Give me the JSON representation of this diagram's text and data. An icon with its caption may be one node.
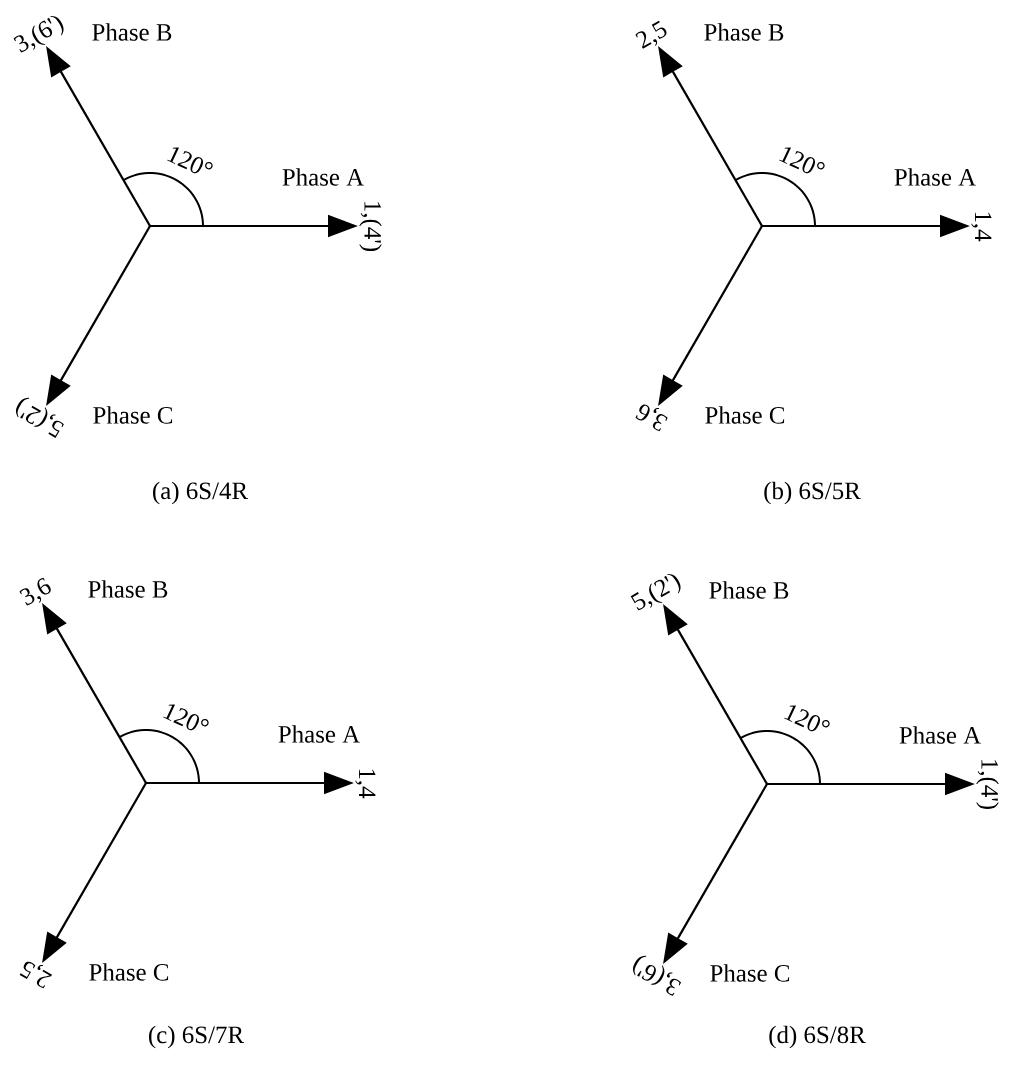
{
  "diagram": {
    "nodes": [
      {
        "text": [],
        "shape": "point"
      },
      {
        "text": [
          "1,(4')"
        ],
        "beside": [
          "Phase A"
        ]
      },
      {
        "text": [
          "3,(6')"
        ],
        "beside": [
          "Phase B"
        ]
      },
      {
        "text": [
          "5,(2')"
        ],
        "beside": [
          "Phase C"
        ]
      },
      {
        "text": [],
        "shape": "point"
      },
      {
        "text": [
          "1,4"
        ],
        "beside": [
          "Phase A"
        ]
      },
      {
        "text": [
          "2,5"
        ],
        "beside": [
          "Phase B"
        ]
      },
      {
        "text": [
          "3,6"
        ],
        "beside": [
          "Phase C"
        ]
      },
      {
        "text": [],
        "shape": "point"
      },
      {
        "text": [
          "1,4"
        ],
        "beside": [
          "Phase A"
        ]
      },
      {
        "text": [
          "3,6"
        ],
        "beside": [
          "Phase B"
        ]
      },
      {
        "text": [
          "2,5"
        ],
        "beside": [
          "Phase C"
        ]
      },
      {
        "text": [],
        "shape": "point"
      },
      {
        "text": [
          "1,(4')"
        ],
        "beside": [
          "Phase A"
        ]
      },
      {
        "text": [
          "5,(2')"
        ],
        "beside": [
          "Phase B"
        ]
      },
      {
        "text": [
          "3,(6')"
        ],
        "beside": [
          "Phase C"
        ]
      }
    ],
    "edges": [
      {
        "from": 0,
        "to": 1,
        "arrow": "to"
      },
      {
        "from": 0,
        "to": 2,
        "arrow": "to"
      },
      {
        "from": 0,
        "to": 3,
        "arrow": "to"
      },
      {
        "from": 4,
        "to": 5,
        "arrow": "to"
      },
      {
        "from": 4,
        "to": 6,
        "arrow": "to"
      },
      {
        "from": 4,
        "to": 7,
        "arrow": "to"
      },
      {
        "from": 8,
        "to": 9,
        "arrow": "to"
      },
      {
        "from": 8,
        "to": 10,
        "arrow": "to"
      },
      {
        "from": 8,
        "to": 11,
        "arrow": "to"
      },
      {
        "from": 12,
        "to": 13,
        "arrow": "to"
      },
      {
        "from": 12,
        "to": 14,
        "arrow": "to"
      },
      {
        "from": 12,
        "to": 15,
        "arrow": "to"
      }
    ],
    "labels": [
      "120°",
      "120°",
      "(a) 6S/4R",
      "(b) 6S/5R",
      "120°",
      "120°",
      "(c) 6S/7R",
      "(d) 6S/8R"
    ]
  }
}
